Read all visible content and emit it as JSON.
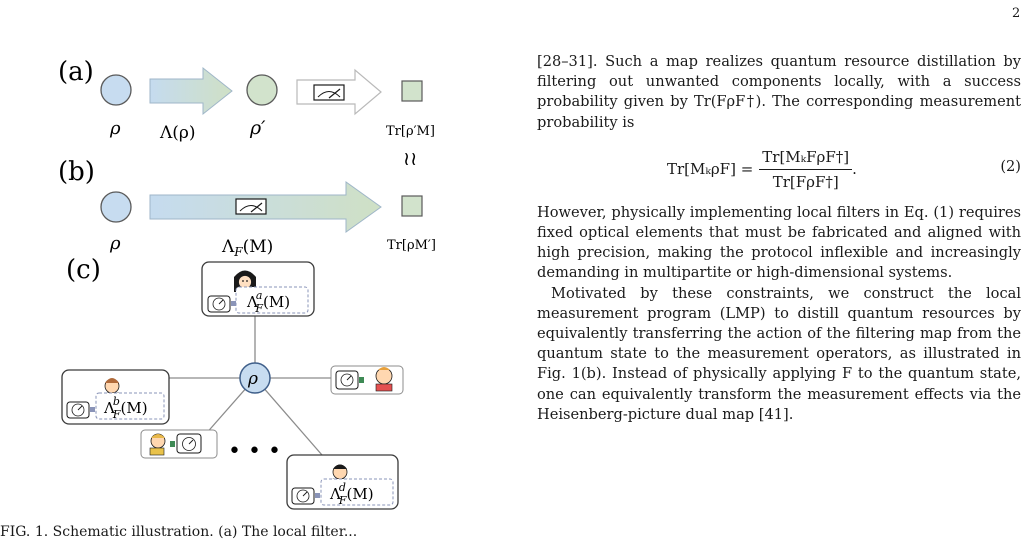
{
  "page_number": "2",
  "figure": {
    "panel_a": {
      "label": "(a)",
      "state_in": "ρ",
      "map": "Λ(ρ)",
      "state_out": "ρ′",
      "result": "Tr[ρ′M]"
    },
    "approx_symbol": "≀≀",
    "panel_b": {
      "label": "(b)",
      "state_in": "ρ",
      "map": "Λ",
      "map_sub": "F",
      "map_arg": "(M)",
      "result": "Tr[ρM′]"
    },
    "panel_c": {
      "label": "(c)",
      "center_state": "ρ",
      "ellipsis": "• • •",
      "parties": [
        {
          "id": "a",
          "sup": "a",
          "sub": "F",
          "base": "Λ",
          "arg": "(M)"
        },
        {
          "id": "b",
          "sup": "b",
          "sub": "F",
          "base": "Λ",
          "arg": "(M)"
        },
        {
          "id": "d",
          "sup": "d",
          "sub": "F",
          "base": "Λ",
          "arg": "(M)"
        }
      ]
    },
    "colors": {
      "state_blue": "#c7dcf0",
      "state_green": "#d2e3cc",
      "arrow_start": "#c5dbef",
      "arrow_end": "#cfe0c5",
      "node_stroke": "#5a5a5a",
      "dashed_box": "#8a94b8"
    },
    "caption_fragment": "FIG. 1. Schematic illustration. (a) The local filter..."
  },
  "text": {
    "para1": "[28–31]. Such a map realizes quantum resource distillation by filtering out unwanted components locally, with a success probability given by Tr(FρF†). The corresponding measurement probability is",
    "equation": {
      "lhs": "Tr[MₖρF] =",
      "numerator": "Tr[MₖFρF†]",
      "denominator": "Tr[FρF†]",
      "number": "(2)"
    },
    "para2": "However, physically implementing local filters in Eq. (1) requires fixed optical elements that must be fabricated and aligned with high precision, making the protocol inflexible and increasingly demanding in multipartite or high-dimensional systems.",
    "para3": "Motivated by these constraints, we construct the local measurement program (LMP) to distill quantum resources by equivalently transferring the action of the filtering map from the quantum state to the measurement operators, as illustrated in Fig. 1(b). Instead of physically applying F to the quantum state, one can equivalently transform the measurement effects via the Heisenberg-picture dual map [41]."
  }
}
